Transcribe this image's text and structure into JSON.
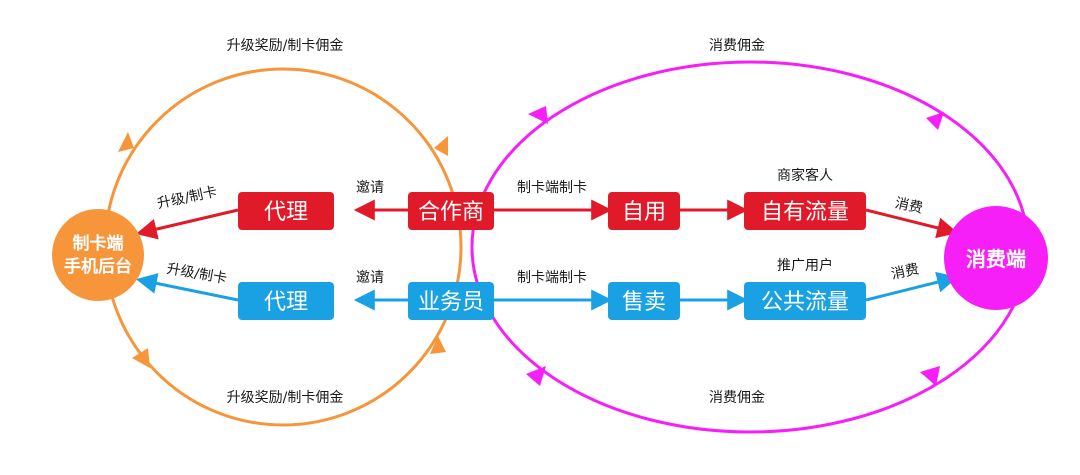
{
  "colors": {
    "orange": "#f7953a",
    "magenta": "#f71ff7",
    "red": "#e01a28",
    "blue": "#1aa1e3",
    "text": "#1a1a1a"
  },
  "left_node": {
    "line1": "制卡端",
    "line2": "手机后台"
  },
  "right_node": {
    "label": "消费端"
  },
  "top_row": {
    "agent": "代理",
    "merchant": "合作商",
    "self_use": "自用",
    "own_traffic": "自有流量"
  },
  "bottom_row": {
    "agent": "代理",
    "salesperson": "业务员",
    "sale": "售卖",
    "public_traffic": "公共流量"
  },
  "labels": {
    "upgrade_reward_top": "升级奖励/制卡佣金",
    "upgrade_reward_bottom": "升级奖励/制卡佣金",
    "consume_commission_top": "消费佣金",
    "consume_commission_bottom": "消费佣金",
    "upgrade_card_top": "升级/制卡",
    "upgrade_card_bottom": "升级/制卡",
    "invite_top": "邀请",
    "invite_bottom": "邀请",
    "card_issuing_top": "制卡端制卡",
    "card_issuing_bottom": "制卡端制卡",
    "merchant_guests": "商家客人",
    "promote_users": "推广用户",
    "consume_top": "消费",
    "consume_bottom": "消费"
  }
}
